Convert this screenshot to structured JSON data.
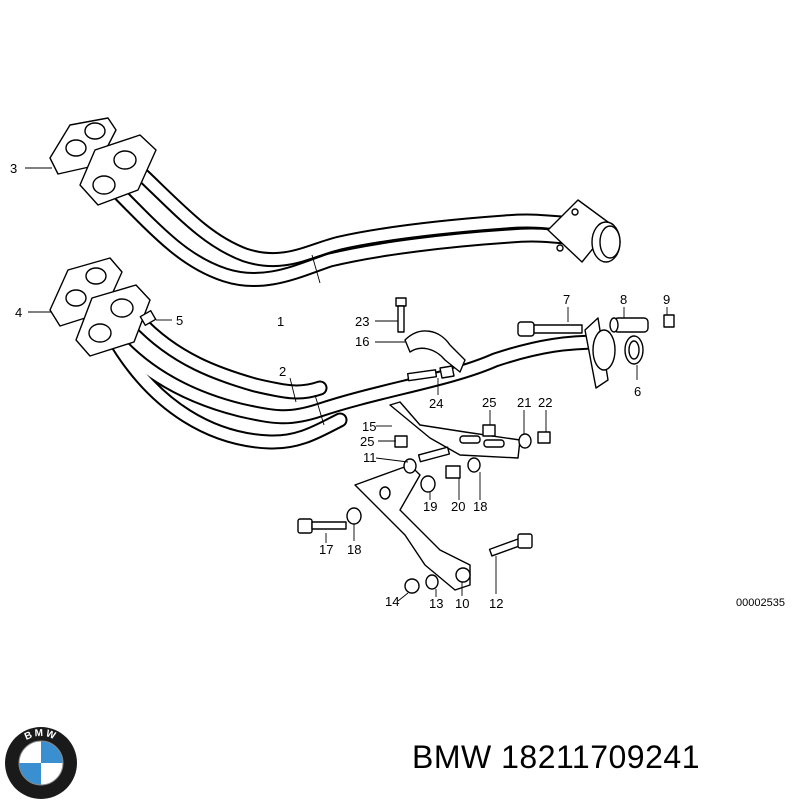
{
  "drawing_id": "00002535",
  "part_label": "BMW 18211709241",
  "logo_letters": "BMW",
  "colors": {
    "logo_blue": "#3a8fd1",
    "logo_ring": "#1a1a1a",
    "line": "#000000"
  },
  "callouts": [
    "1",
    "2",
    "3",
    "4",
    "5",
    "6",
    "7",
    "8",
    "9",
    "10",
    "11",
    "12",
    "13",
    "14",
    "15",
    "16",
    "17",
    "18",
    "18",
    "19",
    "20",
    "21",
    "22",
    "23",
    "24",
    "25",
    "25"
  ]
}
